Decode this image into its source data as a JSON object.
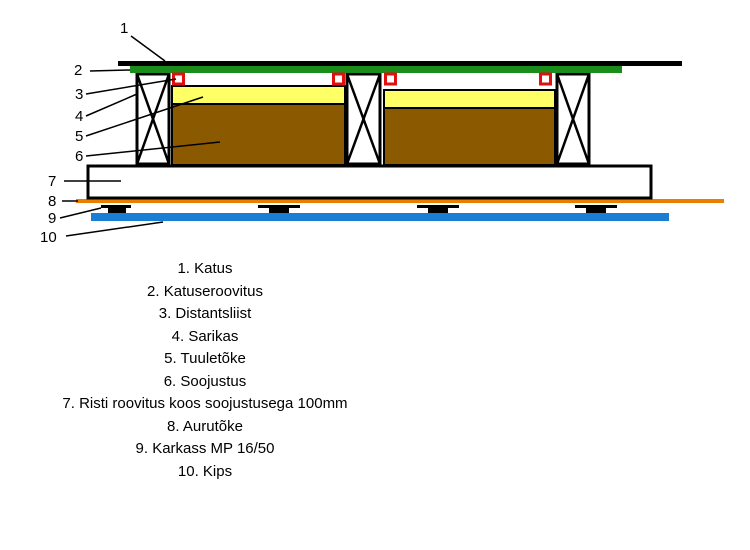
{
  "diagram": {
    "labels": [
      "1",
      "2",
      "3",
      "4",
      "5",
      "6",
      "7",
      "8",
      "9",
      "10"
    ],
    "legend": [
      "1. Katus",
      "2. Katuseroovitus",
      "3. Distantsliist",
      "4. Sarikas",
      "5. Tuuletõke",
      "6. Soojustus",
      "7. Risti roovitus koos soojustusega 100mm",
      "8. Aurutõke",
      "9. Karkass MP 16/50",
      "10. Kips"
    ],
    "colors": {
      "roof": "#000000",
      "battens": "#1a8c1a",
      "spacer": "#e01010",
      "wind_barrier": "#ffff66",
      "insulation": "#8b5a00",
      "cross_battens": "#ffffff",
      "vapour_barrier": "#e87f00",
      "frame": "#000000",
      "gypsum": "#1a7fd4"
    }
  }
}
